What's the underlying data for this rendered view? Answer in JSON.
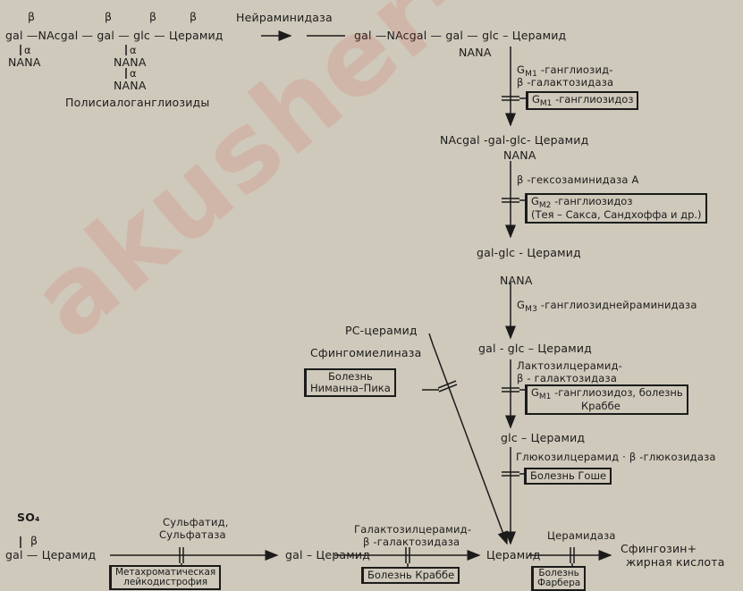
{
  "beta": "β",
  "alpha": "α",
  "polysialo": {
    "chain": "gal —NAcgal — gal — glc — Церамид",
    "nana_1": "NANA",
    "nana_2": "NANA",
    "nana_3": "NANA",
    "label": "Полисиалоганглиозиды"
  },
  "neuraminidase": "Нейраминидаза",
  "gm1": {
    "chain": "gal —NAcgal — gal — glc – Церамид",
    "nana": "NANA",
    "enzyme_1": "G",
    "enzyme_1_sub": "M1",
    "enzyme_1_rest": " -ганглиозид-",
    "enzyme_2": "β -галактозидаза",
    "disease": "G",
    "disease_sub": "M1",
    "disease_rest": " -ганглиозидоз"
  },
  "gm2": {
    "chain": "NAcgal -gal-glc- Церамид",
    "nana": "NANA",
    "enzyme": "β -гексозаминидаза А",
    "disease_1": "G",
    "disease_1_sub": "M2",
    "disease_1_rest": " -ганглиозидоз",
    "disease_2": "(Тея – Сакса, Сандхоффа и др.)"
  },
  "gm3": {
    "chain": "gal-glc - Церамид",
    "nana": "NANA",
    "enzyme": "G",
    "enzyme_sub": "M3",
    "enzyme_rest": " -ганглиозиднейраминидаза"
  },
  "lactosyl": {
    "chain": "gal - glc – Церамид",
    "enzyme_1": "Лактозилцерамид-",
    "enzyme_2": "β - галактозидаза",
    "disease_1": "G",
    "disease_1_sub": "M1",
    "disease_1_rest": " -ганглиозидоз, болезнь",
    "disease_2": "Краббе"
  },
  "glucosyl": {
    "chain": "glc – Церамид",
    "enzyme": "Глюкозилцерамид · β -глюкозидаза",
    "disease": "Болезнь Гоше"
  },
  "sphingomyelin": {
    "product": "РС-церамид",
    "enzyme": "Сфингомиелиназа",
    "disease_1": "Болезнь",
    "disease_2": "Ниманна–Пика"
  },
  "sulfatide": {
    "so4": "SO₄",
    "chain": "gal — Церамид",
    "enzyme_1": "Сульфатид,",
    "enzyme_2": "Сульфатаза",
    "disease_1": "Метахроматическая",
    "disease_2": "лейкодистрофия"
  },
  "galactosyl": {
    "chain": "gal – Церамид",
    "enzyme_1": "Галактозилцерамид-",
    "enzyme_2": "β -галактозидаза",
    "disease": "Болезнь Краббе"
  },
  "ceramide": {
    "label": "Церамид",
    "enzyme": "Церамидаза",
    "product_1": "Сфингозин+",
    "product_2": "жирная кислота",
    "disease_1": "Болезнь",
    "disease_2": "Фарбера"
  },
  "watermark": "akusher-lib"
}
